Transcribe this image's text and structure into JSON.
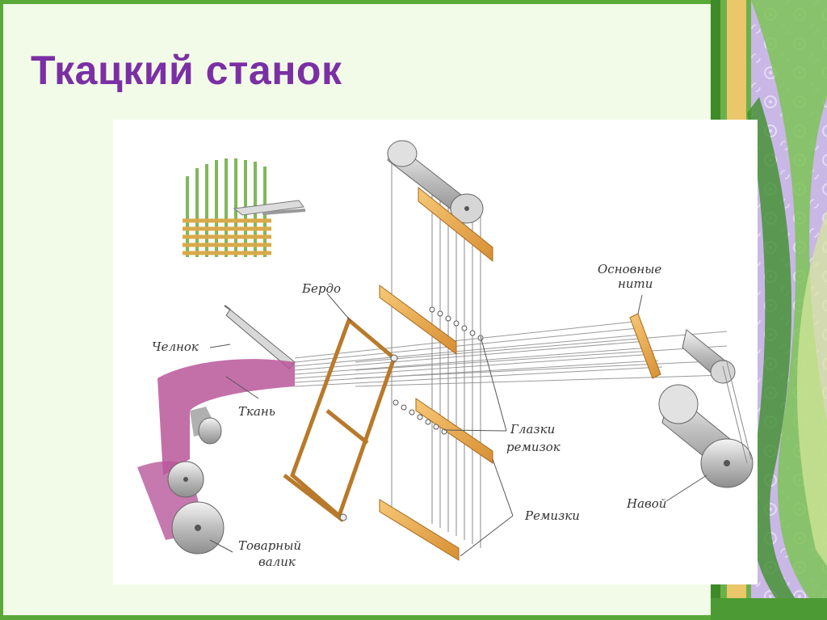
{
  "title": "Ткацкий станок",
  "labels": {
    "berdo": "Бердо",
    "chelnok": "Челнок",
    "tkan": "Ткань",
    "osnovnye_1": "Основные",
    "osnovnye_2": "нити",
    "glazki_1": "Глазки",
    "glazki_2": "ремизок",
    "remizki": "Ремизки",
    "navoy": "Навой",
    "tovarny_1": "Товарный",
    "tovarny_2": "валик"
  },
  "colors": {
    "title": "#7b2fa5",
    "background": "#f2fbe8",
    "frame_green": "#5aa83a",
    "wood": "#e6a94f",
    "fabric": "#b8579a",
    "metal": "#c9c9c9"
  }
}
